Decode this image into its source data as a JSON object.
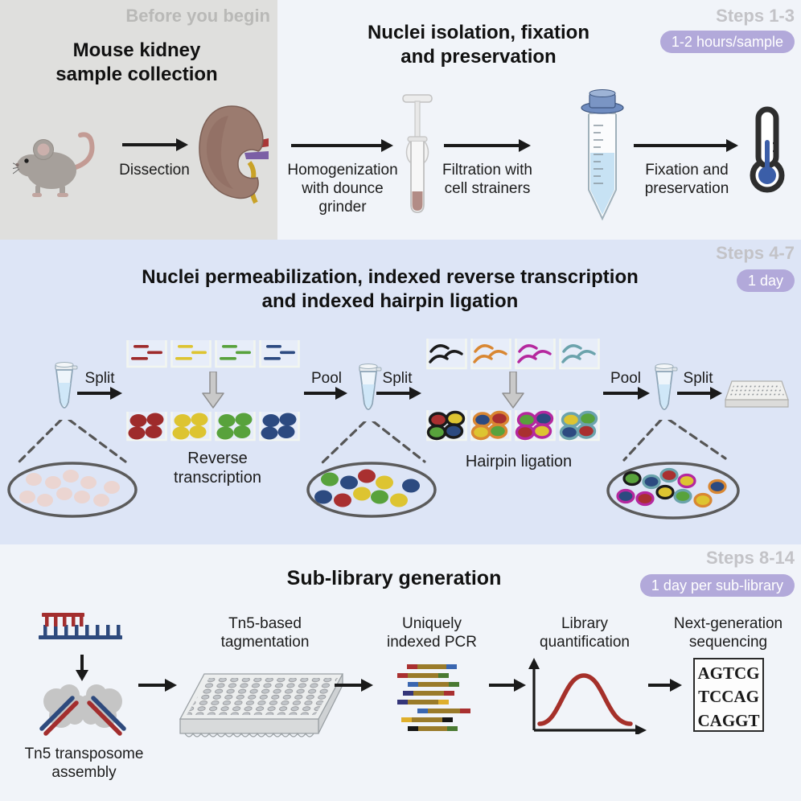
{
  "palette": {
    "red": "#a93030",
    "yellow": "#ddc431",
    "green": "#58a23c",
    "navy": "#2c4a80",
    "black": "#1a1a1a",
    "orange": "#d98732",
    "magenta": "#b5289e",
    "teal": "#6ba3ac",
    "badge": "#b2a9da",
    "curve": "#a5302a"
  },
  "before": {
    "kicker": "Before you begin",
    "title_lines": [
      "Mouse kidney",
      "sample collection"
    ],
    "dissection": "Dissection"
  },
  "isolation": {
    "kicker": "Steps 1-3",
    "badge": "1-2 hours/sample",
    "title_lines": [
      "Nuclei isolation, fixation",
      "and preservation"
    ],
    "step1_lines": [
      "Homogenization",
      "with dounce grinder"
    ],
    "step2_lines": [
      "Filtration with",
      "cell strainers"
    ],
    "step3_lines": [
      "Fixation and",
      "preservation"
    ]
  },
  "permeabilization": {
    "kicker": "Steps 4-7",
    "badge": "1 day",
    "title_lines": [
      "Nuclei permeabilization, indexed reverse transcription",
      "and indexed hairpin ligation"
    ],
    "split": "Split",
    "pool": "Pool",
    "rt_lines": [
      "Reverse",
      "transcription"
    ],
    "ligation": "Hairpin ligation"
  },
  "sublibrary": {
    "kicker": "Steps 8-14",
    "badge": "1 day per sub-library",
    "title": "Sub-library generation",
    "tn5_lines": [
      "Tn5 transposome",
      "assembly"
    ],
    "tag_lines": [
      "Tn5-based",
      "tagmentation"
    ],
    "pcr_lines": [
      "Uniquely",
      "indexed PCR"
    ],
    "quant_lines": [
      "Library",
      "quantification"
    ],
    "ngs_lines": [
      "Next-generation",
      "sequencing"
    ],
    "seq_lines": [
      "AGTCG",
      "TCCAG",
      "CAGGT"
    ]
  }
}
